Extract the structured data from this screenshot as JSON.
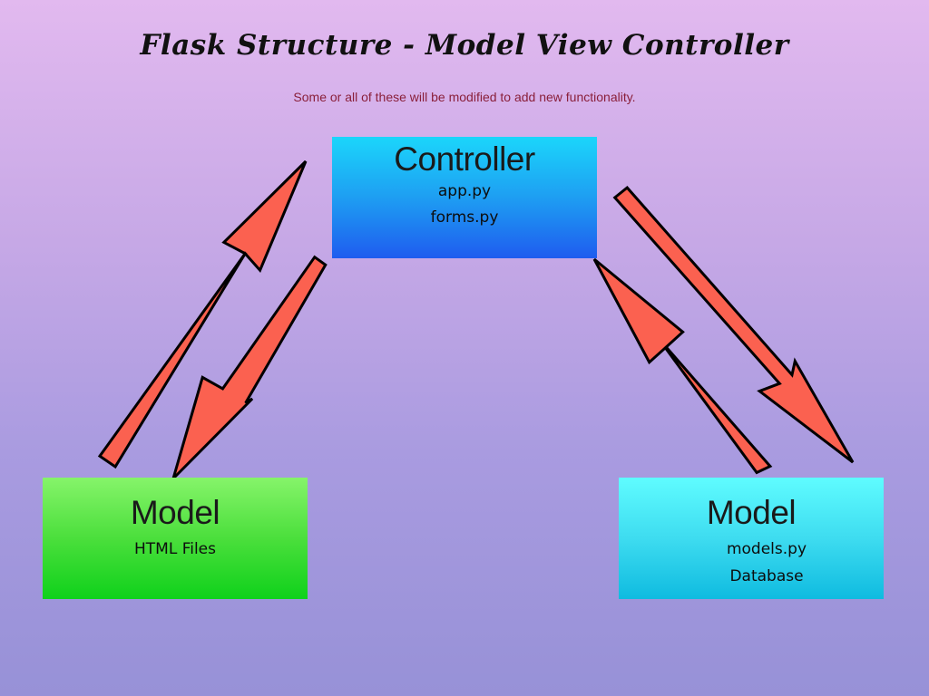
{
  "title": "Flask Structure - Model View Controller",
  "subtitle": "Some or all of these will be modified to add new functionality.",
  "controller": {
    "heading": "Controller",
    "items": [
      "app.py",
      "forms.py"
    ]
  },
  "model_left": {
    "heading": "Model",
    "items": [
      "HTML Files"
    ]
  },
  "model_right": {
    "heading": "Model",
    "items": [
      "models.py",
      "Database"
    ]
  },
  "colors": {
    "arrow_fill": "#fb6150",
    "controller_box": "#1e9ef2",
    "model_left_box": "#4bdf3c",
    "model_right_box": "#3edcf0"
  }
}
